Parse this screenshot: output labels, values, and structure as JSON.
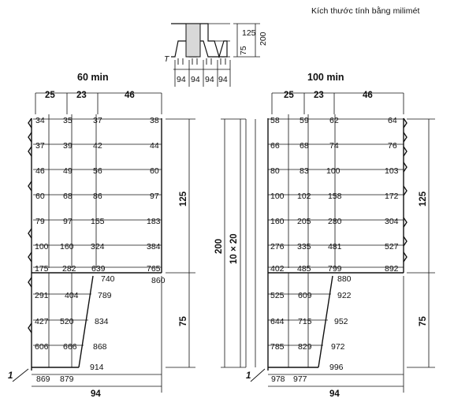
{
  "unit_note": "Kích thước tính bằng milimét",
  "inset": {
    "dims_vertical": [
      "125",
      "200",
      "75"
    ],
    "dims_horizontal": [
      "94",
      "94",
      "94",
      "94"
    ],
    "label_T": "T"
  },
  "panels": [
    {
      "title": "60 min",
      "col_widths": [
        "25",
        "23",
        "46"
      ],
      "upper_rows": [
        [
          "34",
          "35",
          "37",
          "38"
        ],
        [
          "37",
          "39",
          "42",
          "44"
        ],
        [
          "46",
          "49",
          "56",
          "60"
        ],
        [
          "60",
          "68",
          "86",
          "97"
        ],
        [
          "79",
          "97",
          "155",
          "183"
        ],
        [
          "100",
          "160",
          "324",
          "384"
        ],
        [
          "175",
          "282",
          "639",
          "765"
        ]
      ],
      "flange_corner": [
        "740",
        "860"
      ],
      "lower_rows": [
        [
          "291",
          "404",
          "789"
        ],
        [
          "427",
          "520",
          "834"
        ],
        [
          "606",
          "666",
          "868"
        ]
      ],
      "bottom_edge": "914",
      "bottom_left": [
        "869",
        "879"
      ],
      "bottom_width": "94",
      "height_top": "125",
      "height_bottom": "75",
      "marker": "1"
    },
    {
      "title": "100 min",
      "col_widths": [
        "25",
        "23",
        "46"
      ],
      "upper_rows": [
        [
          "58",
          "59",
          "62",
          "64"
        ],
        [
          "66",
          "68",
          "74",
          "76"
        ],
        [
          "80",
          "83",
          "100",
          "103"
        ],
        [
          "100",
          "102",
          "158",
          "172"
        ],
        [
          "160",
          "205",
          "280",
          "304"
        ],
        [
          "276",
          "335",
          "481",
          "527"
        ],
        [
          "402",
          "485",
          "799",
          "892"
        ]
      ],
      "flange_corner": [
        "880"
      ],
      "lower_rows": [
        [
          "525",
          "609",
          "922"
        ],
        [
          "644",
          "715",
          "952"
        ],
        [
          "785",
          "829",
          "972"
        ]
      ],
      "bottom_edge": "996",
      "bottom_left": [
        "978",
        "977"
      ],
      "bottom_width": "94",
      "height_top": "125",
      "height_bottom": "75",
      "marker": "1"
    }
  ],
  "middle": {
    "total_height": "200",
    "spacing": "10 × 20"
  }
}
